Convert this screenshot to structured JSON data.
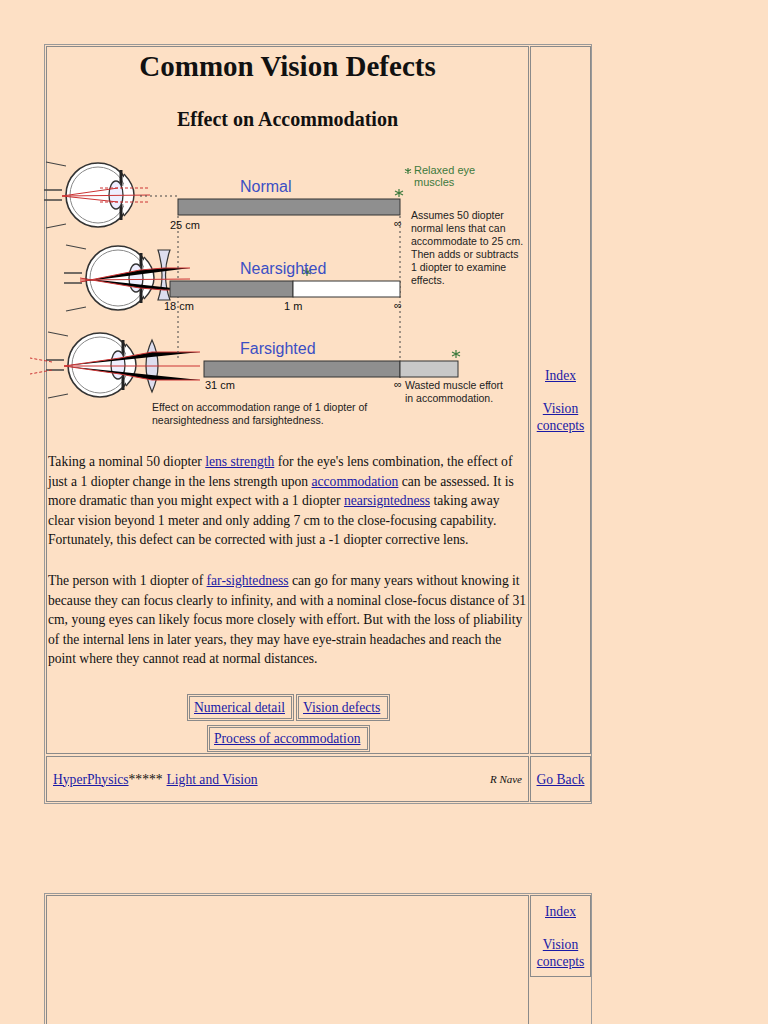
{
  "diagram": {
    "title": "Common Vision Defects",
    "nodes": [
      {
        "text": [
          "Index",
          "Vision concepts"
        ]
      },
      {
        "text": [
          "Numerical detail"
        ]
      },
      {
        "text": [
          "Vision defects"
        ]
      },
      {
        "text": [
          "Process of accommodation"
        ]
      },
      {
        "text": [
          "HyperPhysics",
          "*****",
          "Light and Vision",
          "R Nave"
        ]
      },
      {
        "text": [
          "Go Back"
        ]
      },
      {
        "text": [
          "Index",
          "Vision concepts"
        ]
      }
    ],
    "labels": [
      "Effect on Accommodation",
      "Normal",
      "Relaxed eye muscles",
      "25 cm",
      "∞",
      "Assumes 50 diopter normal lens that can accommodate to 25 cm. Then adds or subtracts 1 diopter to examine effects.",
      "Nearsighted",
      "18 cm",
      "1 m",
      "∞",
      "Farsighted",
      "31 cm",
      "∞",
      "Wasted muscle effort in accommodation.",
      "Effect on accommodation range of 1 diopter of nearsightedness and farsightedness.",
      "Taking a nominal 50 diopter ",
      "lens strength",
      " for the eye's lens combination, the effect of just a 1 diopter change in the lens strength upon ",
      "accommodation",
      " can be assessed. It is more dramatic than you might expect with a 1 diopter ",
      "nearsigntedness",
      " taking away clear vision beyond 1 meter and only adding 7 cm to the close-focusing capability. Fortunately, this defect can be corrected with just a -1 diopter corrective lens.",
      "The person with 1 diopter of ",
      "far-sightedness",
      " can go for many years without knowing it because they can focus clearly to infinity, and with a nominal close-focus distance of 31 cm, young eyes can likely focus more closely with effort. But with the loss of pliability of the internal lens in later years, they may have eye-strain headaches and reach the point where they cannot read at normal distances."
    ]
  }
}
